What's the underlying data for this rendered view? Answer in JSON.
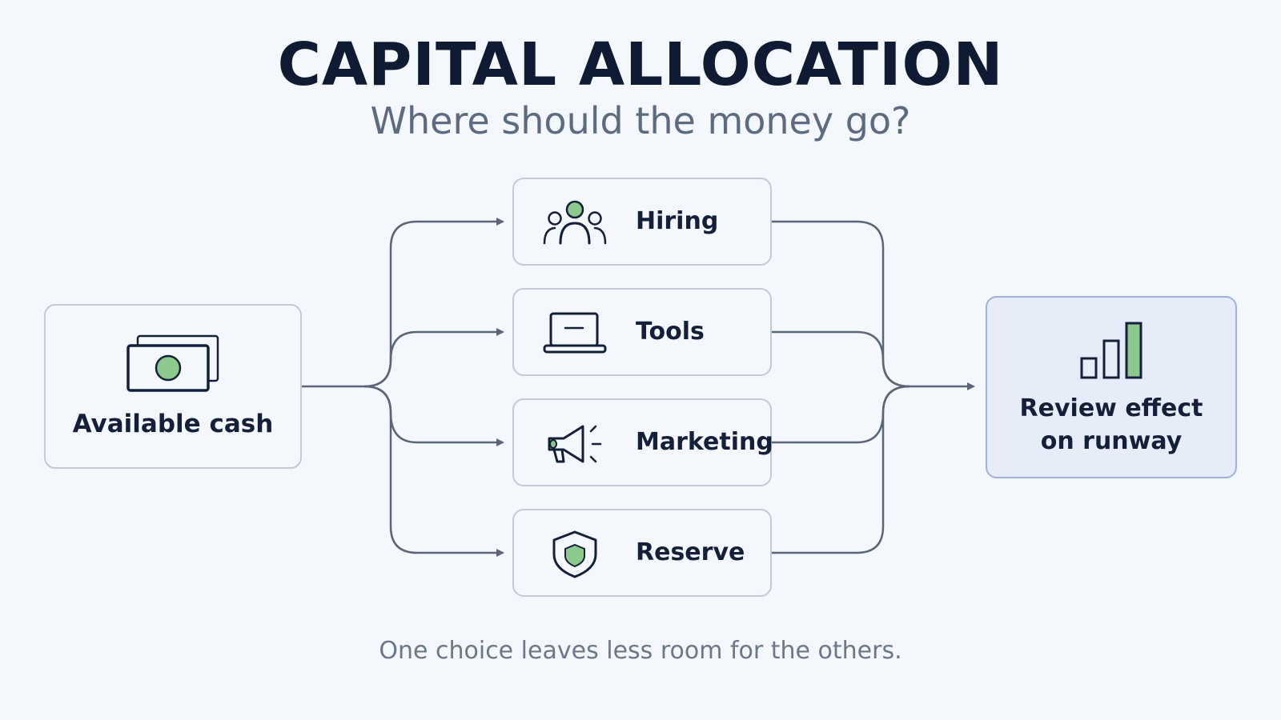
{
  "title": "CAPITAL ALLOCATION",
  "subtitle": "Where should the money go?",
  "source": {
    "label": "Available cash",
    "icon": "cash-icon"
  },
  "options": [
    {
      "label": "Hiring",
      "icon": "people-icon"
    },
    {
      "label": "Tools",
      "icon": "laptop-icon"
    },
    {
      "label": "Marketing",
      "icon": "megaphone-icon"
    },
    {
      "label": "Reserve",
      "icon": "shield-icon"
    }
  ],
  "target": {
    "label_line1": "Review effect",
    "label_line2": "on runway",
    "icon": "bar-chart-icon"
  },
  "footer": "One choice leaves less room for the others.",
  "colors": {
    "accent_green": "#8cc98c",
    "line": "#5a6578",
    "box_border": "#c3cad5",
    "target_fill": "#e6ecf8",
    "target_border": "#9fb2dc"
  }
}
